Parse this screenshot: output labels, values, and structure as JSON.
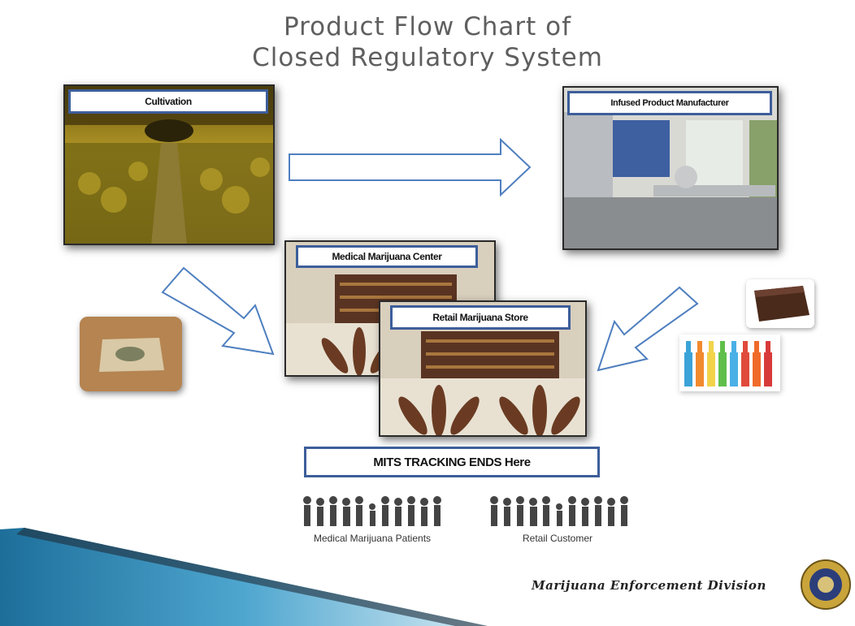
{
  "title": {
    "line1": "Product Flow Chart of",
    "line2": "Closed Regulatory System"
  },
  "nodes": {
    "cultivation": "Cultivation",
    "infused": "Infused Product Manufacturer",
    "medical_center": "Medical Marijuana Center",
    "retail_store": "Retail Marijuana Store"
  },
  "tracking_banner": "MITS TRACKING ENDS Here",
  "consumers": {
    "medical": "Medical Marijuana Patients",
    "retail": "Retail Customer"
  },
  "footer": {
    "division": "Marijuana Enforcement Division"
  },
  "colors": {
    "label_border": "#3d5e9a",
    "arrow_outline": "#4f7fbf",
    "swoosh": "#1d6f9a"
  }
}
